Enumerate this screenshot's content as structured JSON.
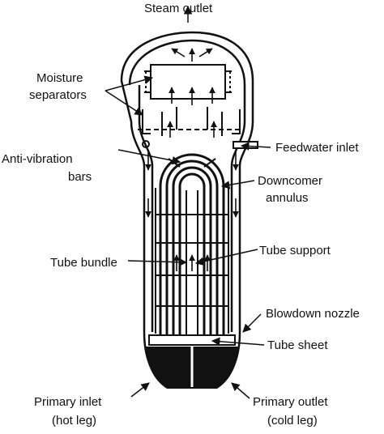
{
  "labels": {
    "steam_outlet": "Steam outlet",
    "moisture_1": "Moisture",
    "moisture_2": "separators",
    "anti_vibration_1": "Anti-vibration",
    "anti_vibration_2": "bars",
    "feedwater_inlet": "Feedwater inlet",
    "downcomer_1": "Downcomer",
    "downcomer_2": "annulus",
    "tube_support": "Tube support",
    "tube_bundle": "Tube bundle",
    "blowdown_nozzle": "Blowdown nozzle",
    "tube_sheet": "Tube sheet",
    "primary_inlet_1": "Primary inlet",
    "primary_inlet_2": "(hot leg)",
    "primary_outlet_1": "Primary outlet",
    "primary_outlet_2": "(cold leg)"
  },
  "colors": {
    "ink": "#111111",
    "background": "#ffffff"
  }
}
